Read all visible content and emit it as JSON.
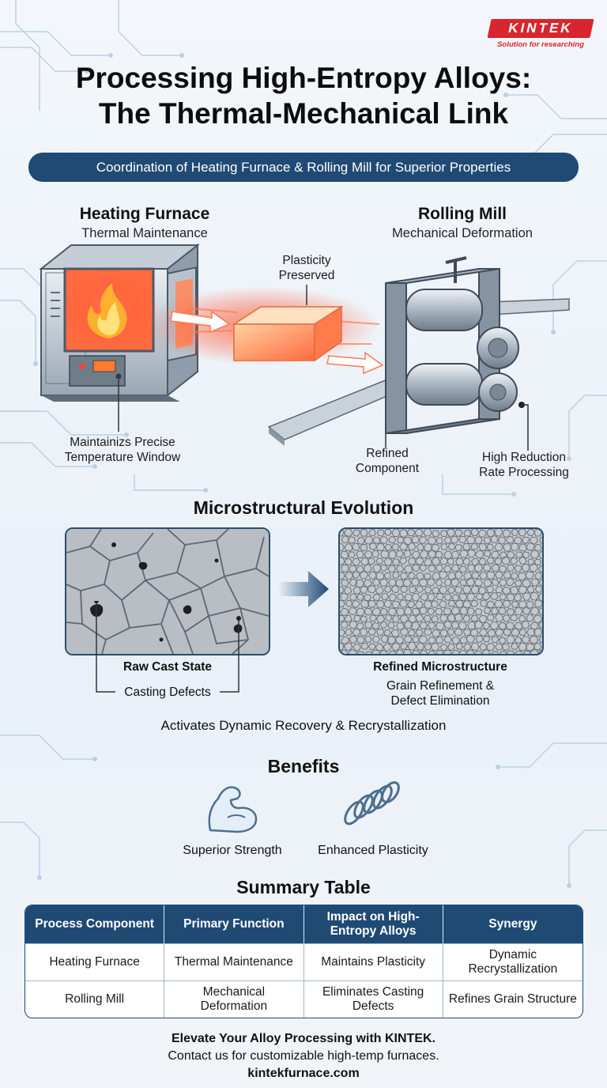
{
  "brand": {
    "name": "KINTEK",
    "tagline": "Solution for researching"
  },
  "title": {
    "line1": "Processing High-Entropy Alloys:",
    "line2": "The Thermal-Mechanical Link"
  },
  "banner": "Coordination of Heating Furnace & Rolling Mill for Superior Properties",
  "furnace": {
    "title": "Heating Furnace",
    "subtitle": "Thermal Maintenance",
    "note_line1": "Maintainizs Precise",
    "note_line2": "Temperature Window"
  },
  "mill": {
    "title": "Rolling Mill",
    "subtitle": "Mechanical Deformation",
    "note_line1": "High Reduction",
    "note_line2": "Rate Processing"
  },
  "billet_note": {
    "line1": "Plasticity",
    "line2": "Preserved"
  },
  "strip_note": {
    "line1": "Refined",
    "line2": "Component"
  },
  "micro": {
    "title": "Microstructural Evolution",
    "raw_label": "Raw Cast State",
    "defects_label": "Casting Defects",
    "refined_label": "Refined Microstructure",
    "refined_line1": "Grain Refinement &",
    "refined_line2": "Defect Elimination",
    "activates": "Activates Dynamic Recovery & Recrystallization"
  },
  "benefits": {
    "title": "Benefits",
    "strength": "Superior Strength",
    "plasticity": "Enhanced Plasticity"
  },
  "summary": {
    "title": "Summary Table",
    "headers": [
      "Process Component",
      "Primary Function",
      "Impact on High-Entropy Alloys",
      "Synergy"
    ],
    "rows": [
      [
        "Heating Furnace",
        "Thermal Maintenance",
        "Maintains Plasticity",
        "Dynamic Recrystallization"
      ],
      [
        "Rolling Mill",
        "Mechanical Deformation",
        "Eliminates Casting Defects",
        "Refines Grain Structure"
      ]
    ]
  },
  "footer": {
    "line1": "Elevate Your Alloy Processing with KINTEK.",
    "line2": "Contact us for customizable high-temp furnaces.",
    "url": "kintekfurnace.com"
  },
  "colors": {
    "navy": "#1f4a74",
    "brand_red": "#d7262e",
    "glow": "#ff5a3c"
  },
  "icons": [
    "flame-icon",
    "flexed-arm-icon",
    "coil-spring-icon",
    "right-arrow-icon"
  ]
}
